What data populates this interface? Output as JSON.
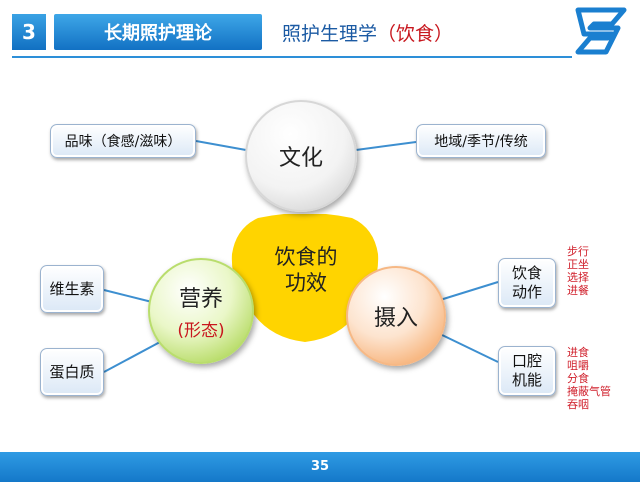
{
  "header": {
    "section_number": "3",
    "section_title": "长期照护理论",
    "subtitle_main": "照护生理学",
    "subtitle_highlight": "（饮食）"
  },
  "diagram": {
    "center": {
      "line1": "饮食的",
      "line2": "功效"
    },
    "culture": {
      "label": "文化",
      "left_box": "品味（食感/滋味）",
      "right_box": "地域/季节/传统"
    },
    "nutrition": {
      "label": "营养",
      "sublabel": "(形态)",
      "box_top": "维生素",
      "box_bottom": "蛋白质"
    },
    "intake": {
      "label": "摄入",
      "box_top": {
        "line1": "饮食",
        "line2": "动作"
      },
      "box_bottom": {
        "line1": "口腔",
        "line2": "机能"
      },
      "notes_top": [
        "步行",
        "正坐",
        "选择",
        "进餐"
      ],
      "notes_bottom": [
        "进食",
        "咀嚼",
        "分食",
        "掩蔽气管",
        "吞咽"
      ]
    }
  },
  "footer": {
    "page_number": "35"
  },
  "colors": {
    "header_blue": "#1a7fd0",
    "accent_red": "#c8171e",
    "center_yellow": "#ffd400",
    "nutrition_green": "#9ccd33",
    "intake_orange": "#f49a4f"
  }
}
